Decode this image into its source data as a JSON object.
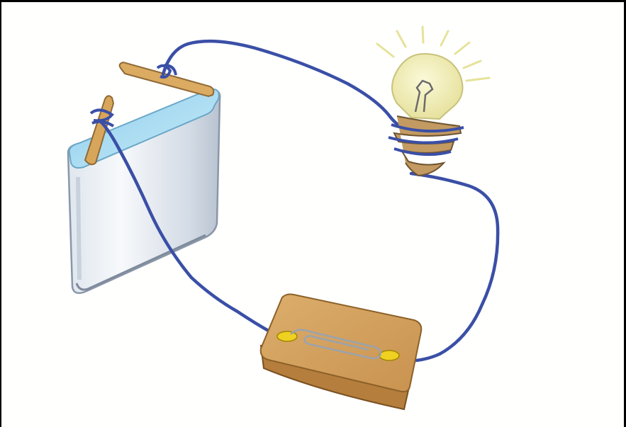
{
  "figure": {
    "components": [
      "battery",
      "light-bulb",
      "switch",
      "wire"
    ],
    "colors": {
      "wire": "#3a4fa6",
      "battery_top": "#9fd4ee",
      "battery_body": "#e7edf4",
      "terminal": "#d9a85c",
      "bulb_glass": "#f3f0b8",
      "bulb_rays": "#e6e29a",
      "bulb_base": "#b88f58",
      "switch_board": "#d7a563",
      "contact": "#f0d020"
    }
  }
}
